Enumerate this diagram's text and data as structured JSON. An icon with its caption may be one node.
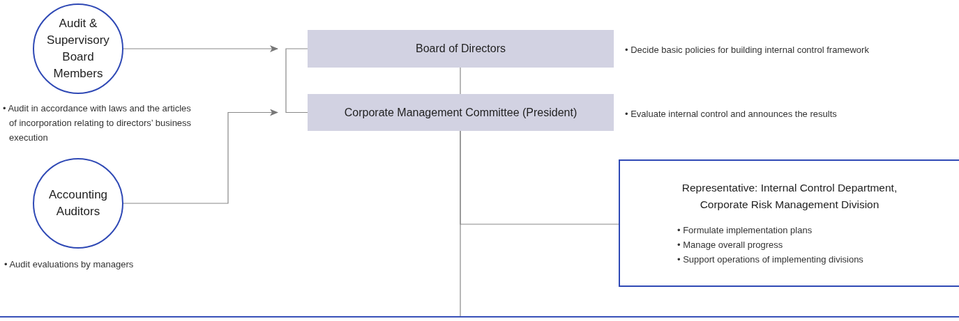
{
  "diagram": {
    "nodes": [
      {
        "text": [
          "Audit & Supervisory Board Members"
        ],
        "beside": [
          "• Audit in accordance with laws and the articles of incorporation relating to directors’ business execution"
        ]
      },
      {
        "text": [
          "Board of Directors"
        ],
        "beside": [
          "• Decide basic policies for building internal control framework"
        ]
      },
      {
        "text": [
          "Corporate Management Committee (President)"
        ],
        "beside": [
          "• Evaluate internal control and announces the results"
        ]
      },
      {
        "text": [
          "Accounting Auditors"
        ],
        "beside": [
          "• Audit evaluations by managers"
        ]
      },
      {
        "text": [
          "Representative: Internal Control Department, Corporate Risk Management Division",
          "• Formulate implementation plans",
          "• Manage overall progress",
          "• Support operations of implementing divisions"
        ]
      },
      {
        "text": [],
        "shape": "bar"
      }
    ],
    "edges": [
      {
        "from": 0,
        "to": 1,
        "arrow": "to"
      },
      {
        "from": 3,
        "to": 2,
        "arrow": "to"
      },
      {
        "from": 1,
        "to": 2,
        "arrow": "none"
      },
      {
        "from": 2,
        "to": 4,
        "arrow": "none"
      },
      {
        "from": 2,
        "to": 5,
        "arrow": "none"
      },
      {
        "from": 1,
        "to": 2,
        "arrow": "none"
      }
    ]
  }
}
